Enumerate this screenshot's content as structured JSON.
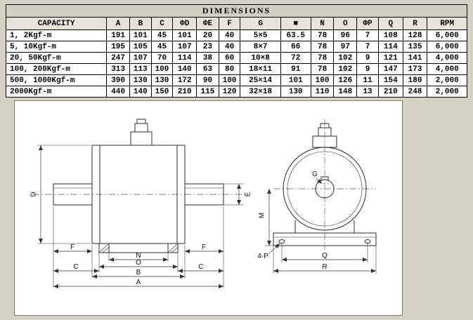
{
  "table": {
    "title": "DIMENSIONS",
    "columns": [
      "CAPACITY",
      "A",
      "B",
      "C",
      "ΦD",
      "ΦE",
      "F",
      "G",
      "■",
      "N",
      "O",
      "ΦP",
      "Q",
      "R",
      "RPM"
    ],
    "rows": [
      [
        "1, 2Kgf-m",
        "191",
        "101",
        "45",
        "101",
        "20",
        "40",
        "5×5",
        "63.5",
        "78",
        "96",
        "7",
        "108",
        "128",
        "6,000"
      ],
      [
        "5, 10Kgf-m",
        "195",
        "105",
        "45",
        "107",
        "23",
        "40",
        "8×7",
        "66",
        "78",
        "97",
        "7",
        "114",
        "135",
        "6,000"
      ],
      [
        "20, 50Kgf-m",
        "247",
        "107",
        "70",
        "114",
        "38",
        "60",
        "10×8",
        "72",
        "78",
        "102",
        "9",
        "121",
        "141",
        "4,000"
      ],
      [
        "100, 200Kgf-m",
        "313",
        "113",
        "100",
        "140",
        "63",
        "80",
        "18×11",
        "91",
        "78",
        "102",
        "9",
        "147",
        "173",
        "4,000"
      ],
      [
        "500, 1000Kgf-m",
        "390",
        "130",
        "130",
        "172",
        "90",
        "100",
        "25×14",
        "101",
        "100",
        "126",
        "11",
        "154",
        "180",
        "2,000"
      ],
      [
        "2000Kgf-m",
        "440",
        "140",
        "150",
        "210",
        "115",
        "120",
        "32×18",
        "130",
        "110",
        "148",
        "13",
        "210",
        "248",
        "2,000"
      ]
    ]
  },
  "drawing": {
    "side_view": {
      "d": "D",
      "e": "E",
      "f_left": "F",
      "f_right": "F",
      "c_left": "C",
      "c_right": "C",
      "n": "N",
      "o": "O",
      "b": "B",
      "a": "A"
    },
    "front_view": {
      "g": "G",
      "m": "M",
      "holes": "4-P",
      "q": "Q",
      "r": "R"
    }
  },
  "colors": {
    "page_background": "#d5d1c5",
    "table_title_bg": "#d3cfc2",
    "table_header_bg": "#e8e4d8",
    "table_border": "#000000",
    "drawing_background": "#ffffff",
    "drawing_line": "#2b2b2b"
  }
}
